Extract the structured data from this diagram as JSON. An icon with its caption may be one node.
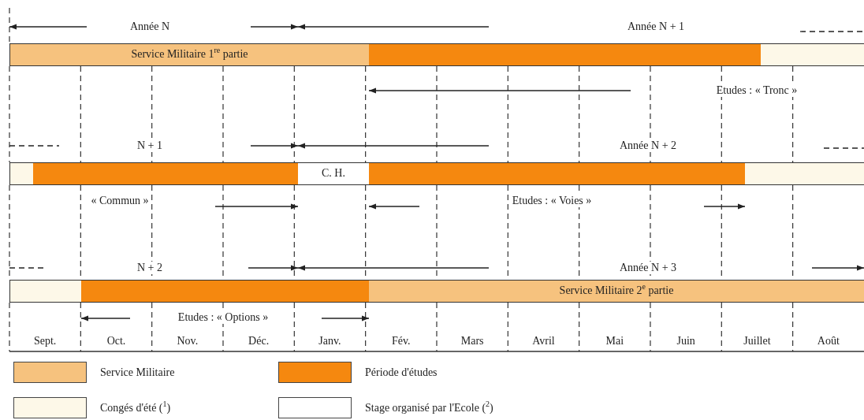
{
  "diagram": {
    "nodes": [
      {
        "text": [
          "Service Militaire 1$^{re}$ partie"
        ]
      },
      {
        "text": [],
        "shape": "bar"
      },
      {
        "text": [],
        "shape": "bar"
      },
      {
        "text": [],
        "shape": "bar"
      },
      {
        "text": [],
        "shape": "bar"
      },
      {
        "text": [
          "C. H."
        ]
      },
      {
        "text": [],
        "shape": "bar"
      },
      {
        "text": [],
        "shape": "bar"
      },
      {
        "text": [],
        "shape": "bar"
      },
      {
        "text": [],
        "shape": "bar"
      },
      {
        "text": [
          "Service Militaire 2$^{e}$ partie"
        ]
      }
    ],
    "labels": [
      "Année N",
      "Année N + 1",
      "Etudes : « Tronc »",
      "N + 1",
      "Année N + 2",
      "« Commun »",
      "Etudes : « Voies »",
      "N + 2",
      "Année N + 3",
      "Etudes : « Options »",
      "Sept.",
      "Oct.",
      "Nov.",
      "Déc.",
      "Janv.",
      "Fév.",
      "Mars",
      "Avril",
      "Mai",
      "Juin",
      "Juillet",
      "Août"
    ],
    "legend": [
      {
        "text": "Service Militaire",
        "color": "#f6c27e"
      },
      {
        "text": "Période d'études",
        "color": "#f5880f"
      },
      {
        "text": "Congés d'été ($^{1}$)",
        "color": "#fdf8e8"
      },
      {
        "text": "Stage organisé par l'Ecole ($^{2}$)",
        "color": "#ffffff"
      }
    ]
  }
}
